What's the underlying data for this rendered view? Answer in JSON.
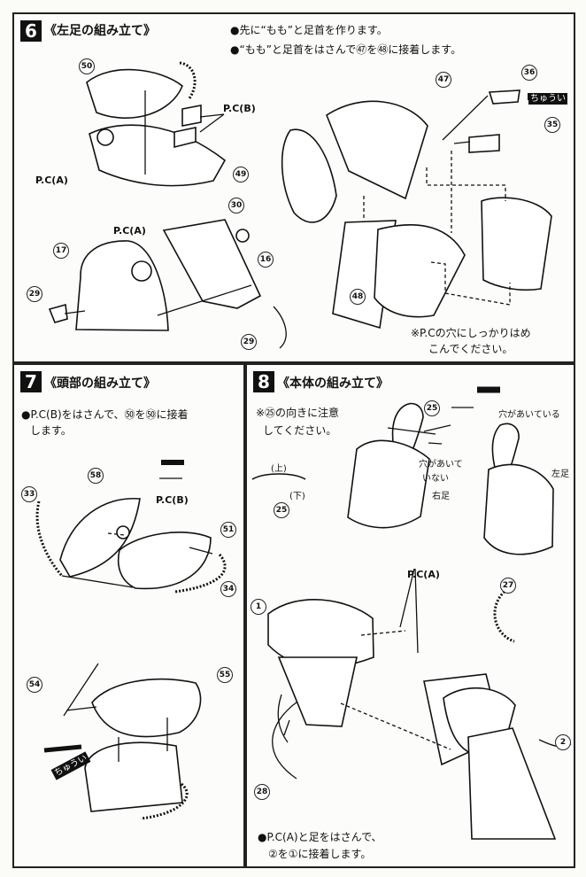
{
  "steps": [
    {
      "number": "6",
      "title": "《左足の組み立て》",
      "notes": [
        "●先に“もも”と足首を作ります。",
        "●“もも”と足首をはさんで㊼を㊽に接着します。"
      ],
      "refs": [
        "50",
        "49",
        "30",
        "17",
        "16",
        "29",
        "29",
        "47",
        "36",
        "35",
        "48"
      ],
      "labels": [
        "P.C(B)",
        "P.C(A)",
        "P.C(A)",
        "ちゅうい"
      ],
      "footnote": [
        "※P.Cの穴にしっかりはめ",
        "こんでください。"
      ]
    },
    {
      "number": "7",
      "title": "《頭部の組み立て》",
      "notes": [
        "●P.C(B)をはさんで、㊿を㊿に接着",
        "します。"
      ],
      "refs": [
        "58",
        "33",
        "51",
        "34",
        "54",
        "55"
      ],
      "labels": [
        "P.C(B)",
        "ちゅうい"
      ]
    },
    {
      "number": "8",
      "title": "《本体の組み立て》",
      "notes": [
        "※㉕の向きに注意",
        "してください。"
      ],
      "refs": [
        "25",
        "25",
        "1",
        "27",
        "2",
        "28"
      ],
      "labels": [
        "穴があいている",
        "穴があいて",
        "いない",
        "(上)",
        "(下)",
        "右足",
        "左足",
        "P.C(A)"
      ],
      "footnote": [
        "●P.C(A)と足をはさんで、",
        "②を①に接着します。"
      ]
    }
  ]
}
